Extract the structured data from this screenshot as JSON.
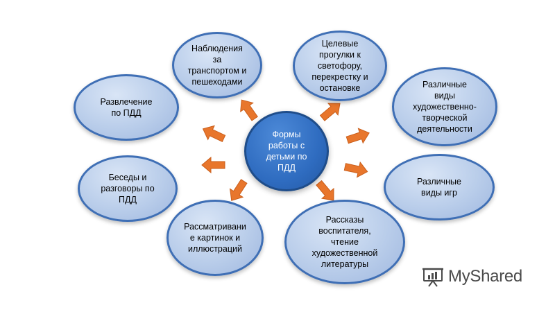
{
  "diagram": {
    "center": {
      "label": "Формы\nработы с\nдетьми по\nПДД"
    },
    "nodes": [
      {
        "id": "observation",
        "label": "Наблюдения\nза\nтранспортом и\nпешеходами"
      },
      {
        "id": "walks",
        "label": "Целевые\nпрогулки к\nсветофору,\nперекрестку и\nостановке"
      },
      {
        "id": "entertainment",
        "label": "Развлечение\nпо ПДД"
      },
      {
        "id": "creative",
        "label": "Различные\nвиды\nхудожественно-\nтворческой\nдеятельности"
      },
      {
        "id": "talks",
        "label": "Беседы и\nразговоры по\nПДД"
      },
      {
        "id": "games",
        "label": "Различные\nвиды игр"
      },
      {
        "id": "pictures",
        "label": "Рассматривани\nе картинок и\nиллюстраций"
      },
      {
        "id": "stories",
        "label": "Рассказы\nвоспитателя,\nчтение\nхудожественной\nлитературы"
      }
    ]
  },
  "colors": {
    "oval_border": "#3f6fb5",
    "center_fill": "#2f6cc0",
    "arrow": "#e8762c"
  },
  "watermark": {
    "text": "MyShared",
    "icon": "presentation-board-icon"
  }
}
